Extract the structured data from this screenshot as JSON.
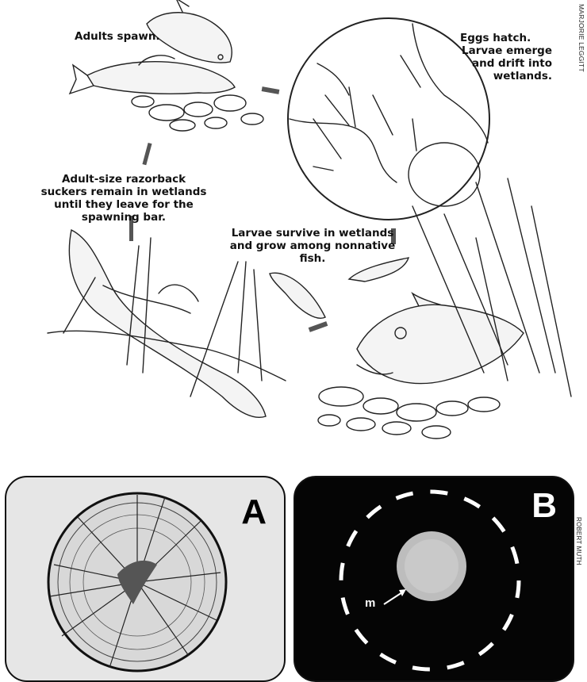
{
  "figure": {
    "labels": {
      "spawn": "Adults spawn.",
      "hatch_1": "Eggs hatch.",
      "hatch_2": "Larvae emerge",
      "hatch_3": "and drift into",
      "hatch_4": "wetlands.",
      "adult_1": "Adult-size razorback",
      "adult_2": "suckers remain in wetlands",
      "adult_3": "until they leave for the",
      "adult_4": "spawning bar.",
      "larvae_1": "Larvae survive in wetlands",
      "larvae_2": "and grow among nonnative fish."
    },
    "credit_top": "MARJORIE LEGGITT"
  },
  "panels": {
    "a_letter": "A",
    "b_letter": "B",
    "b_marker": "m",
    "credit_bottom": "ROBERT MUTH",
    "a_background": "#e6e6e6",
    "b_background": "#050505"
  }
}
